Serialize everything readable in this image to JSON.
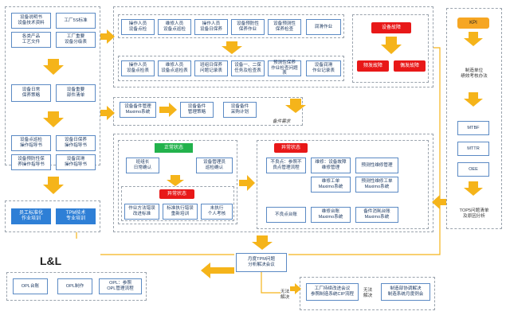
{
  "left": {
    "r1": [
      "设备说明书\n设备技术资料",
      "工厂5S标准"
    ],
    "r2": [
      "各类产品\n工艺文件",
      "工厂重要\n设备分级表"
    ],
    "r3": [
      "设备日常\n保养策略",
      "设备重要\n部件清单"
    ],
    "r4": [
      "设备点巡检\n操作指导书",
      "设备日保养\n操作指导书"
    ],
    "r5": [
      "设备预防性保\n养操作指导书",
      "设备润滑\n操作指导书"
    ],
    "r6": [
      "员工标准化\n作业培训",
      "TPM技术\n专业培训"
    ],
    "ll": "L&L"
  },
  "opl": [
    "OPL台账",
    "OPL制作",
    "OPL：参照\nOPL管理流程"
  ],
  "top": {
    "r1": [
      "操作人员\n设备点检",
      "维修人员\n设备点巡检",
      "操作人员\n设备日保养",
      "设备预防性\n保养作业",
      "设备预测性\n保养检查",
      "润滑作业"
    ],
    "r2": [
      "操作人员\n设备点检表",
      "维修人员\n设备点巡检表",
      "班组日保养\n问题记录表",
      "设备一、二保\n任务及检查表",
      "预测性保养\n作业检查问题表",
      "设备润滑\n作业记录表"
    ],
    "fault": "设备故障",
    "fault_types": [
      "频发故障",
      "偶发故障"
    ]
  },
  "spare": {
    "items": [
      "设备备件管理\nMaximo系统",
      "设备备件\n管理策略",
      "设备备件\n采购计划"
    ],
    "demand": "备件需求"
  },
  "normal": {
    "header": "正常状态",
    "items": [
      "班组长\n日常确认",
      "设备管理员\n巡检确认"
    ],
    "abnormal_header": "异常状态",
    "causes": [
      "作业方法错误\n改进标准",
      "标准执行错误\n重新培训",
      "未执行\n个人考核"
    ]
  },
  "abnormal": {
    "header": "异常状态",
    "items": [
      "不良点：参照不\n良点管理流程",
      "维修：设备故障\n维修管理",
      "预测性维修管理",
      "维修工单\nMaximo系统",
      "预测性维修工单\nMaximo系统",
      "不良点台账",
      "维修台账\nMaximo系统",
      "备件消耗台账\nMaximo系统"
    ]
  },
  "meeting": "月度TPM问题\n分析解决会议",
  "bottom": {
    "unsolved": "无法\n解决",
    "items": [
      "工厂持续改进会议\n参照制造系统CIP流程",
      "制造部协调解决\n制造系统月度例会"
    ]
  },
  "kpi": {
    "title": "KPI",
    "items": [
      "制造单位\n绩效考核办法",
      "MTBF",
      "MTTR",
      "OEE",
      "TOP5问题清单\n及原因分析"
    ]
  },
  "colors": {
    "arrow": "#f5b41a",
    "blue": "#2e7fd6",
    "red": "#e81818",
    "green": "#22b24c",
    "border": "#5b8ac4"
  }
}
